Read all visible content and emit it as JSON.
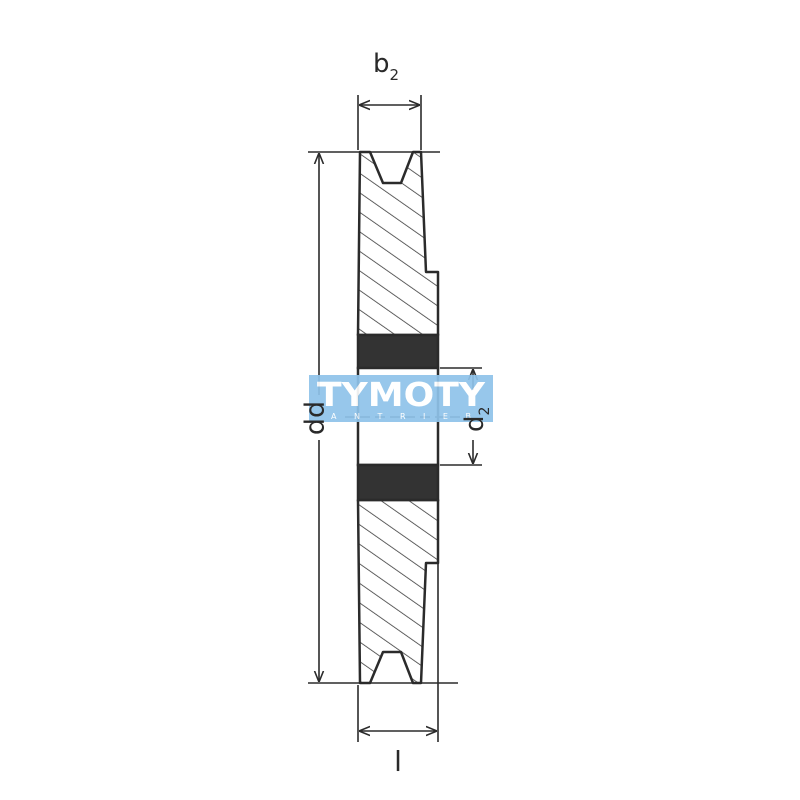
{
  "dimensions": {
    "b2": {
      "symbol": "b",
      "subscript": "2"
    },
    "dd": {
      "symbol": "dd"
    },
    "d2": {
      "symbol": "d",
      "subscript": "2"
    },
    "l": {
      "symbol": "l"
    }
  },
  "watermark": {
    "brand": "TYMOTY",
    "tagline": "A  N  T  R  I  E  B",
    "color": "#8fc3ea"
  },
  "colors": {
    "outline": "#2b2b2b",
    "bore_fill": "#333333",
    "hatch": "#3a3a3a"
  }
}
